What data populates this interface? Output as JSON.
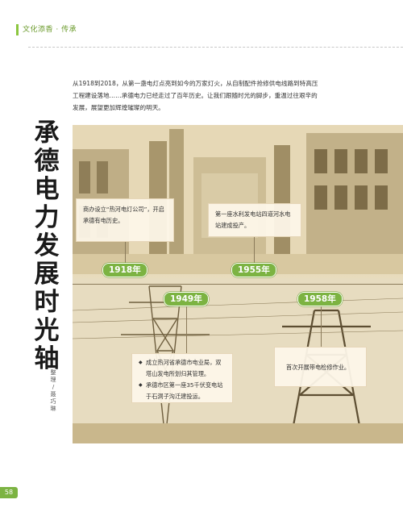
{
  "header": {
    "section_label": "文化添香 · 传承"
  },
  "intro_text": "从1918到2018，从第一盏电灯点亮到如今的万家灯火，从自制配件抢修供电线路到特高压工程建设落地……承德电力已经走过了百年历史。让我们跟随时光的脚步，重温过往艰辛的发展，展望更加辉煌璀璨的明天。",
  "title_chars": [
    "承",
    "德",
    "电",
    "力",
    "发",
    "展",
    "时",
    "光",
    "轴"
  ],
  "author_chars": [
    "整",
    "理",
    "/",
    "聂",
    "巧",
    "琳"
  ],
  "timeline": {
    "y1918": {
      "year": "1918年",
      "text": "商办设立“热河电灯公司”，开启承德有电历史。"
    },
    "y1955": {
      "year": "1955年",
      "text": "第一座水利发电站四道河水电站建成投产。"
    },
    "y1949": {
      "year": "1949年",
      "items": [
        "成立热河省承德市电业局，双塔山发电所划归其管理。",
        "承德市区第一座35千伏变电站于石洞子沟迁建投运。"
      ]
    },
    "y1958": {
      "year": "1958年",
      "text": "首次开展带电检修作业。"
    }
  },
  "page_number": "58",
  "colors": {
    "accent_green": "#7cb342",
    "photo_sepia": "#e4d5b0"
  }
}
